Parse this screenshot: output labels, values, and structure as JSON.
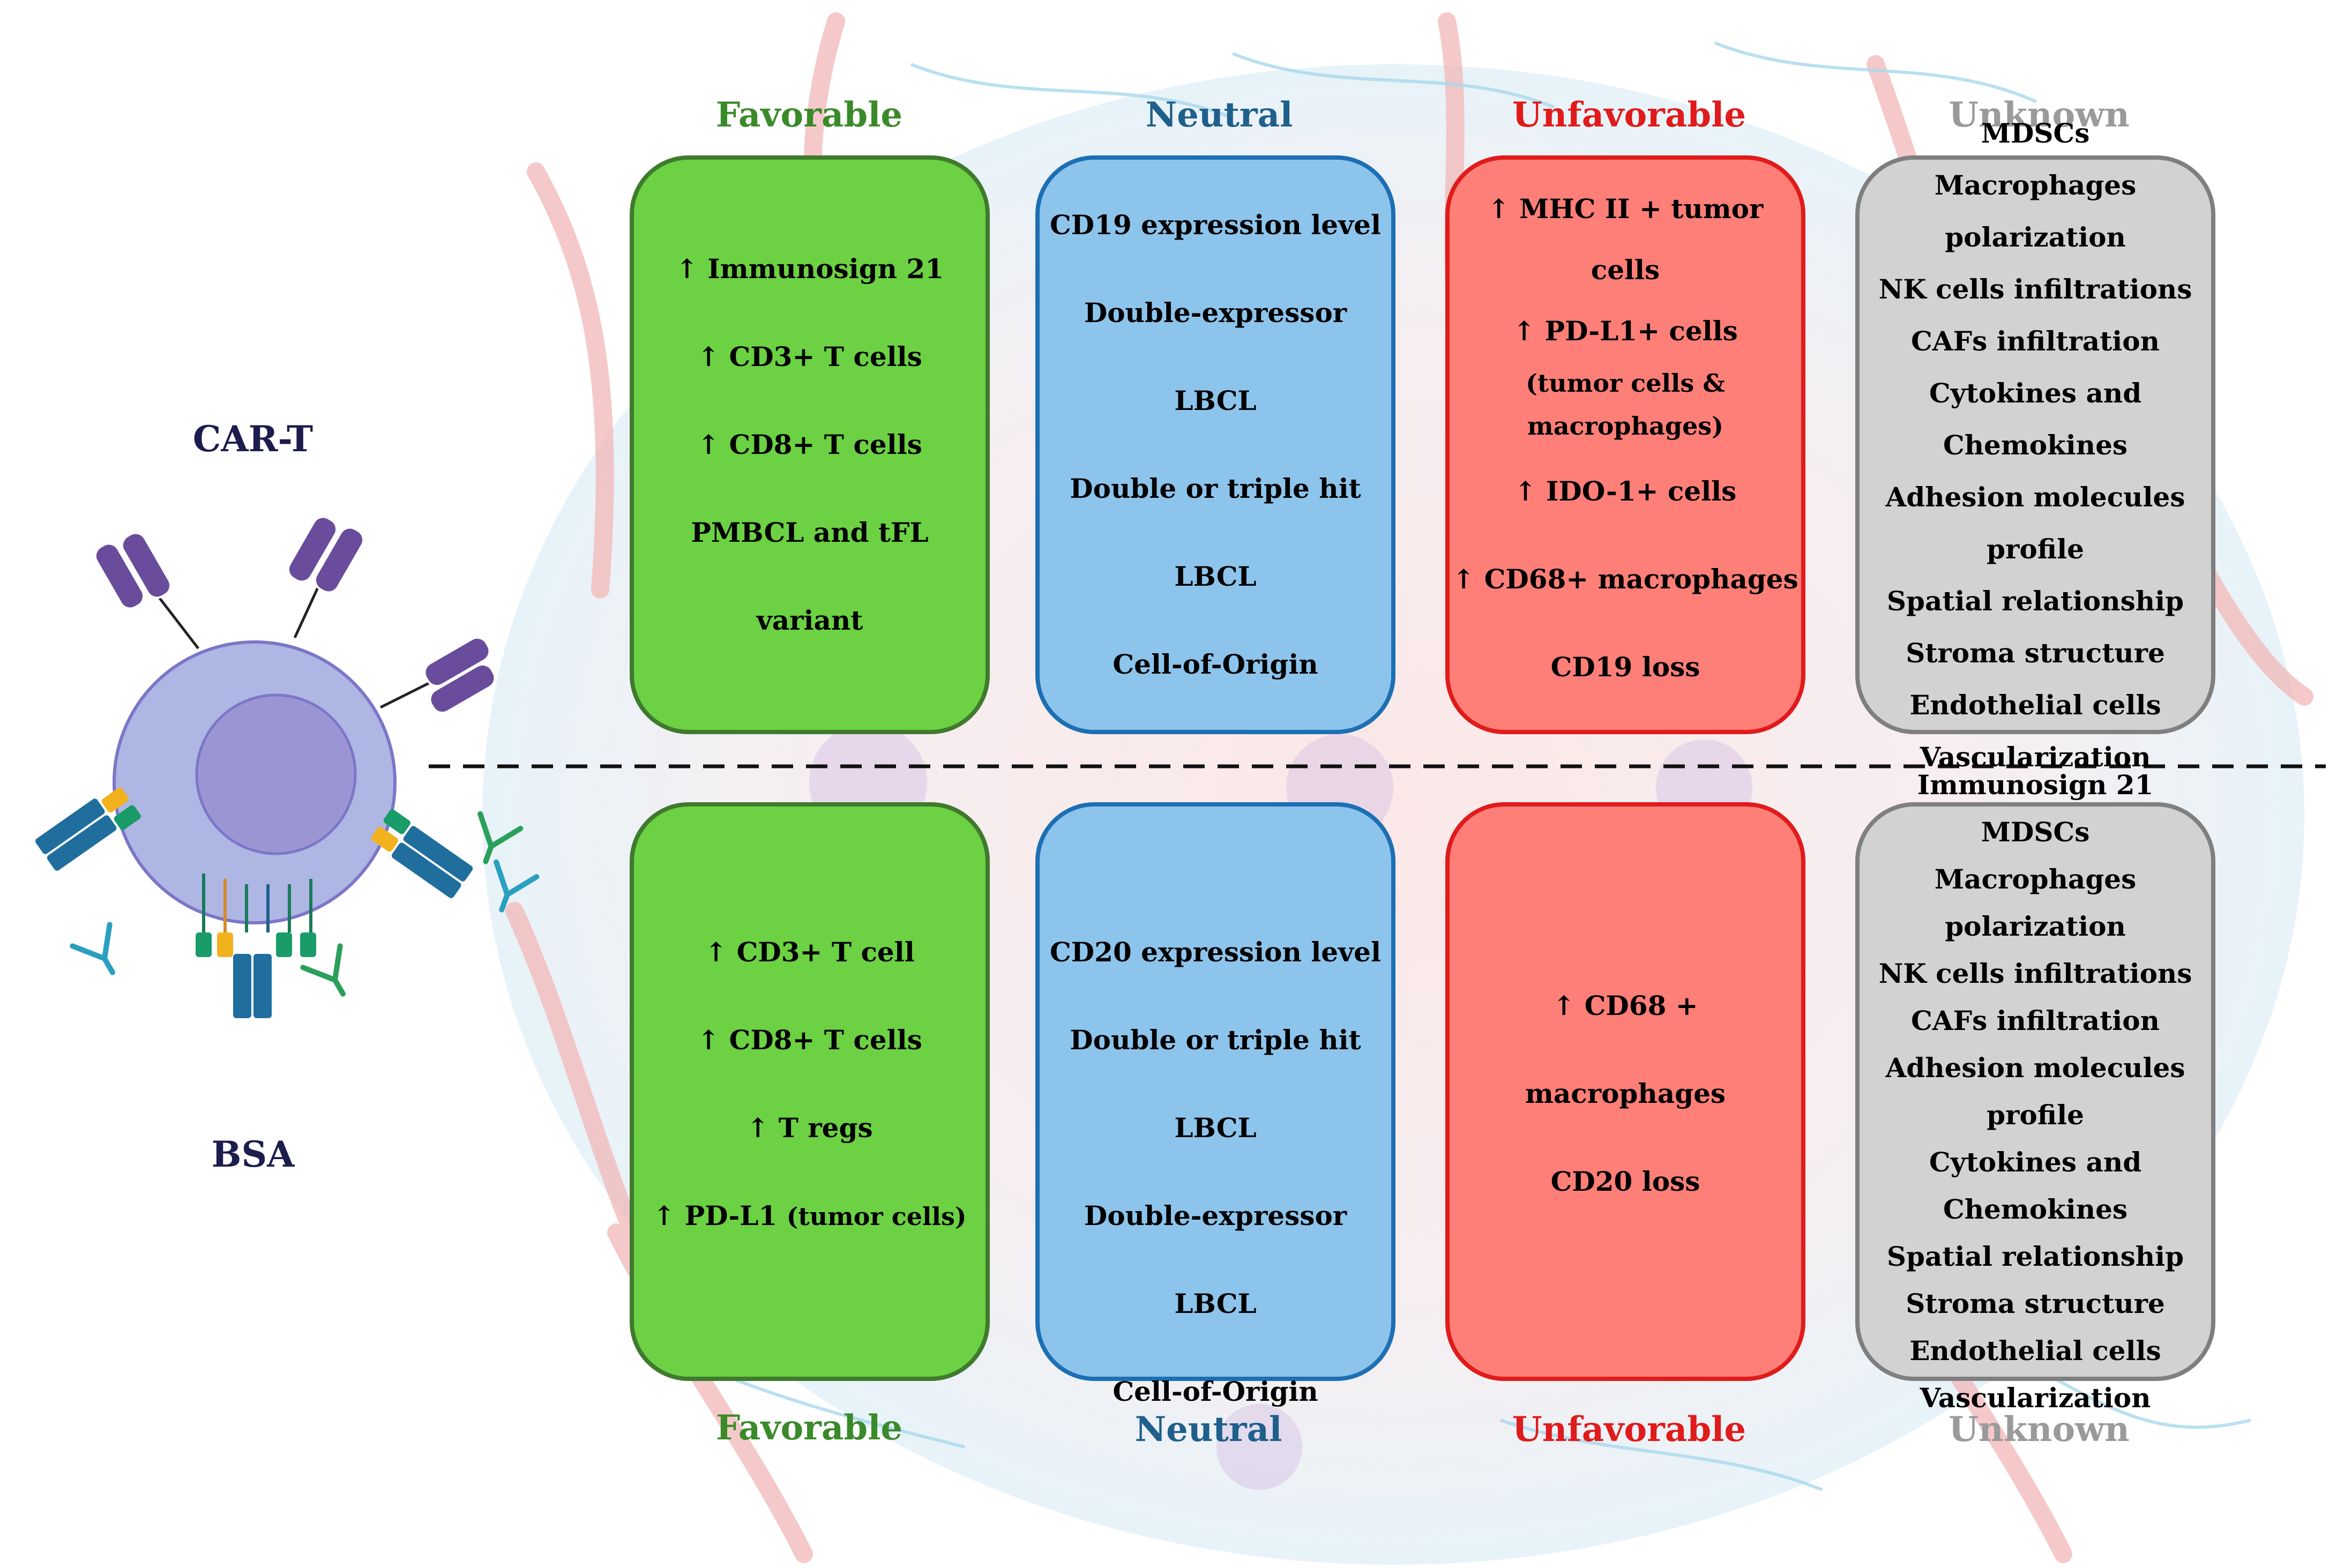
{
  "side_labels": {
    "top": "CAR-T",
    "bottom": "BSA"
  },
  "headings": {
    "favorable": "Favorable",
    "neutral": "Neutral",
    "unfavorable": "Unfavorable",
    "unknown": "Unknown"
  },
  "colors": {
    "favorable": "#3b8a2a",
    "neutral": "#1f5f8b",
    "unfavorable": "#e01b1b",
    "unknown": "#9a9a9a"
  },
  "cart": {
    "favorable": [
      "↑  Immunosign 21",
      "↑ CD3+ T cells",
      "↑ CD8+ T cells",
      "PMBCL and tFL variant"
    ],
    "neutral": [
      "CD19 expression level",
      "Double-expressor LBCL",
      "Double or triple hit LBCL",
      "Cell-of-Origin"
    ],
    "unfavorable": [
      "↑ MHC II + tumor cells",
      "↑ PD-L1+ cells",
      "(tumor cells & macrophages)",
      "↑ IDO-1+ cells",
      "↑ CD68+ macrophages",
      "CD19 loss"
    ],
    "unknown": [
      "MDSCs",
      "Macrophages polarization",
      "NK cells infiltrations",
      "CAFs infiltration",
      "Cytokines and Chemokines",
      "Adhesion molecules profile",
      "Spatial relationship",
      "Stroma structure",
      "Endothelial cells",
      "Vascularization"
    ]
  },
  "bsa": {
    "favorable": [
      "↑ CD3+ T cell",
      "↑ CD8+ T cells",
      "↑ T regs",
      "↑ PD-L1",
      "(tumor cells)"
    ],
    "neutral": [
      "CD20 expression level",
      "Double or triple hit LBCL",
      "Double-expressor LBCL",
      "Cell-of-Origin"
    ],
    "unfavorable": [
      "↑ CD68 + macrophages",
      "CD20 loss"
    ],
    "unknown": [
      "Immunosign 21",
      "MDSCs",
      "Macrophages polarization",
      "NK cells infiltrations",
      "CAFs infiltration",
      "Adhesion molecules profile",
      "Cytokines and Chemokines",
      "Spatial relationship",
      "Stroma structure",
      "Endothelial cells",
      "Vascularization"
    ]
  }
}
